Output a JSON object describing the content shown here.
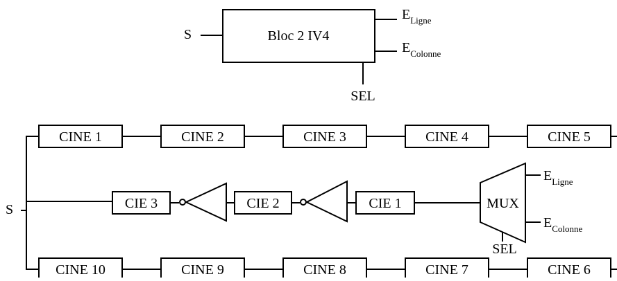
{
  "top_block": {
    "label": "Bloc 2 IV4",
    "input": "S",
    "select": "SEL",
    "out_line": {
      "main": "E",
      "sub": "Ligne"
    },
    "out_col": {
      "main": "E",
      "sub": "Colonne"
    }
  },
  "circuit": {
    "source": "S",
    "top_chain": [
      "CINE 1",
      "CINE 2",
      "CINE 3",
      "CINE 4",
      "CINE 5"
    ],
    "bottom_chain": [
      "CINE 10",
      "CINE 9",
      "CINE 8",
      "CINE 7",
      "CINE 6"
    ],
    "middle": [
      "CIE 3",
      "CIE 2",
      "CIE 1"
    ],
    "mux": "MUX",
    "select": "SEL",
    "out_line": {
      "main": "E",
      "sub": "Ligne"
    },
    "out_col": {
      "main": "E",
      "sub": "Colonne"
    }
  }
}
